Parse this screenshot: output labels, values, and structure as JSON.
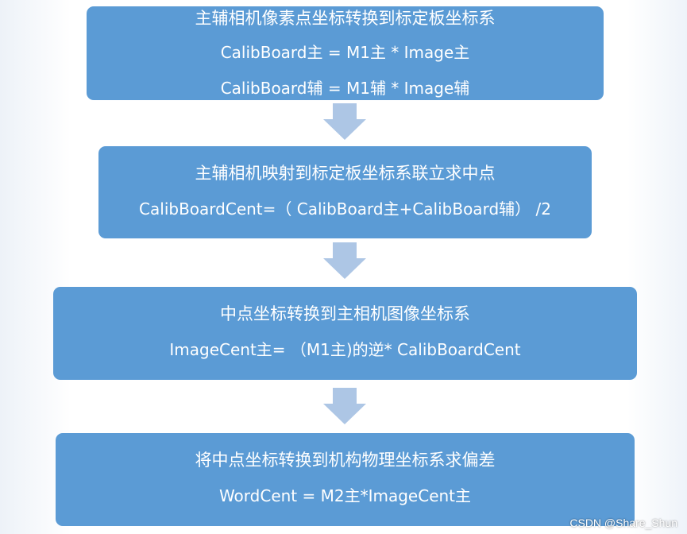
{
  "colors": {
    "box_fill": "#5b9bd5",
    "arrow_fill": "#adc6e5",
    "text": "#ffffff"
  },
  "steps": [
    {
      "title": "主辅相机像素点坐标转换到标定板坐标系",
      "lines": [
        "CalibBoard主 = M1主 * Image主",
        "CalibBoard辅 = M1辅 * Image辅"
      ]
    },
    {
      "title": "主辅相机映射到标定板坐标系联立求中点",
      "lines": [
        "CalibBoardCent=（ CalibBoard主+CalibBoard辅） /2"
      ]
    },
    {
      "title": "中点坐标转换到主相机图像坐标系",
      "lines": [
        "ImageCent主=  （M1主)的逆* CalibBoardCent"
      ]
    },
    {
      "title": "将中点坐标转换到机构物理坐标系求偏差",
      "lines": [
        "WordCent = M2主*ImageCent主"
      ]
    }
  ],
  "arrows": [
    {
      "icon": "down-arrow-icon"
    },
    {
      "icon": "down-arrow-icon"
    },
    {
      "icon": "down-arrow-icon"
    }
  ],
  "watermark": "CSDN @Share_Shun"
}
